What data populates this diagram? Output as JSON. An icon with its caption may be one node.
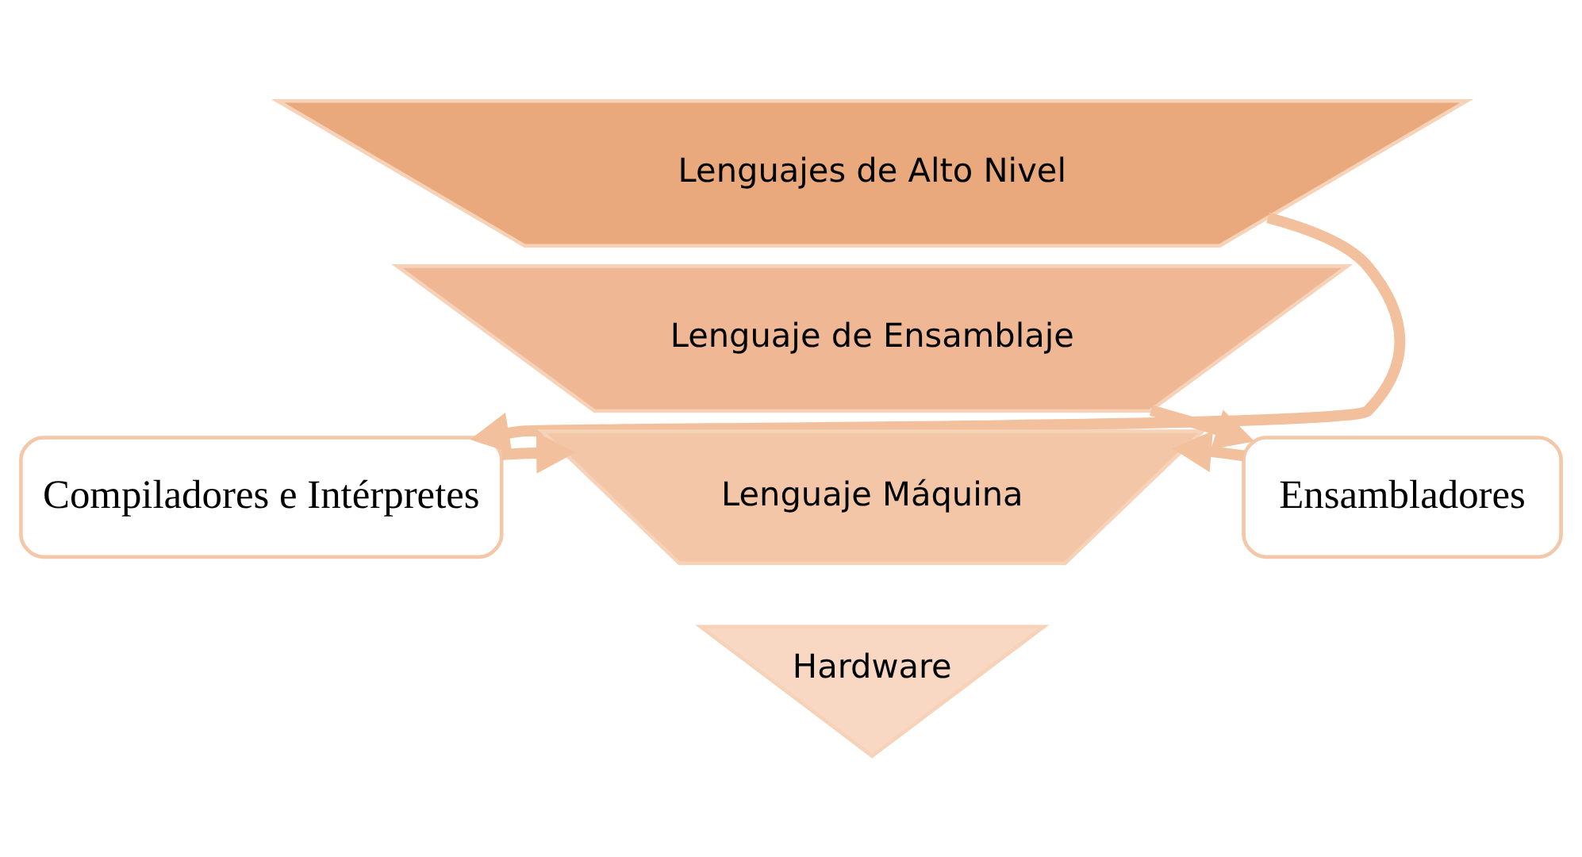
{
  "diagram": {
    "nodes": [
      {
        "text": [
          "Lenguajes de Alto Nivel"
        ]
      },
      {
        "text": [
          "Lenguaje de Ensamblaje"
        ]
      },
      {
        "text": [
          "Lenguaje Máquina"
        ]
      },
      {
        "text": [
          "Hardware"
        ]
      },
      {
        "text": [
          "Compiladores e Intérpretes"
        ]
      },
      {
        "text": [
          "Ensambladores"
        ]
      }
    ],
    "edges": [
      {
        "from": 0,
        "to": 4,
        "arrow": "to"
      },
      {
        "from": 1,
        "to": 5,
        "arrow": "to"
      },
      {
        "from": 4,
        "to": 2,
        "arrow": "to"
      },
      {
        "from": 5,
        "to": 2,
        "arrow": "to"
      }
    ]
  }
}
